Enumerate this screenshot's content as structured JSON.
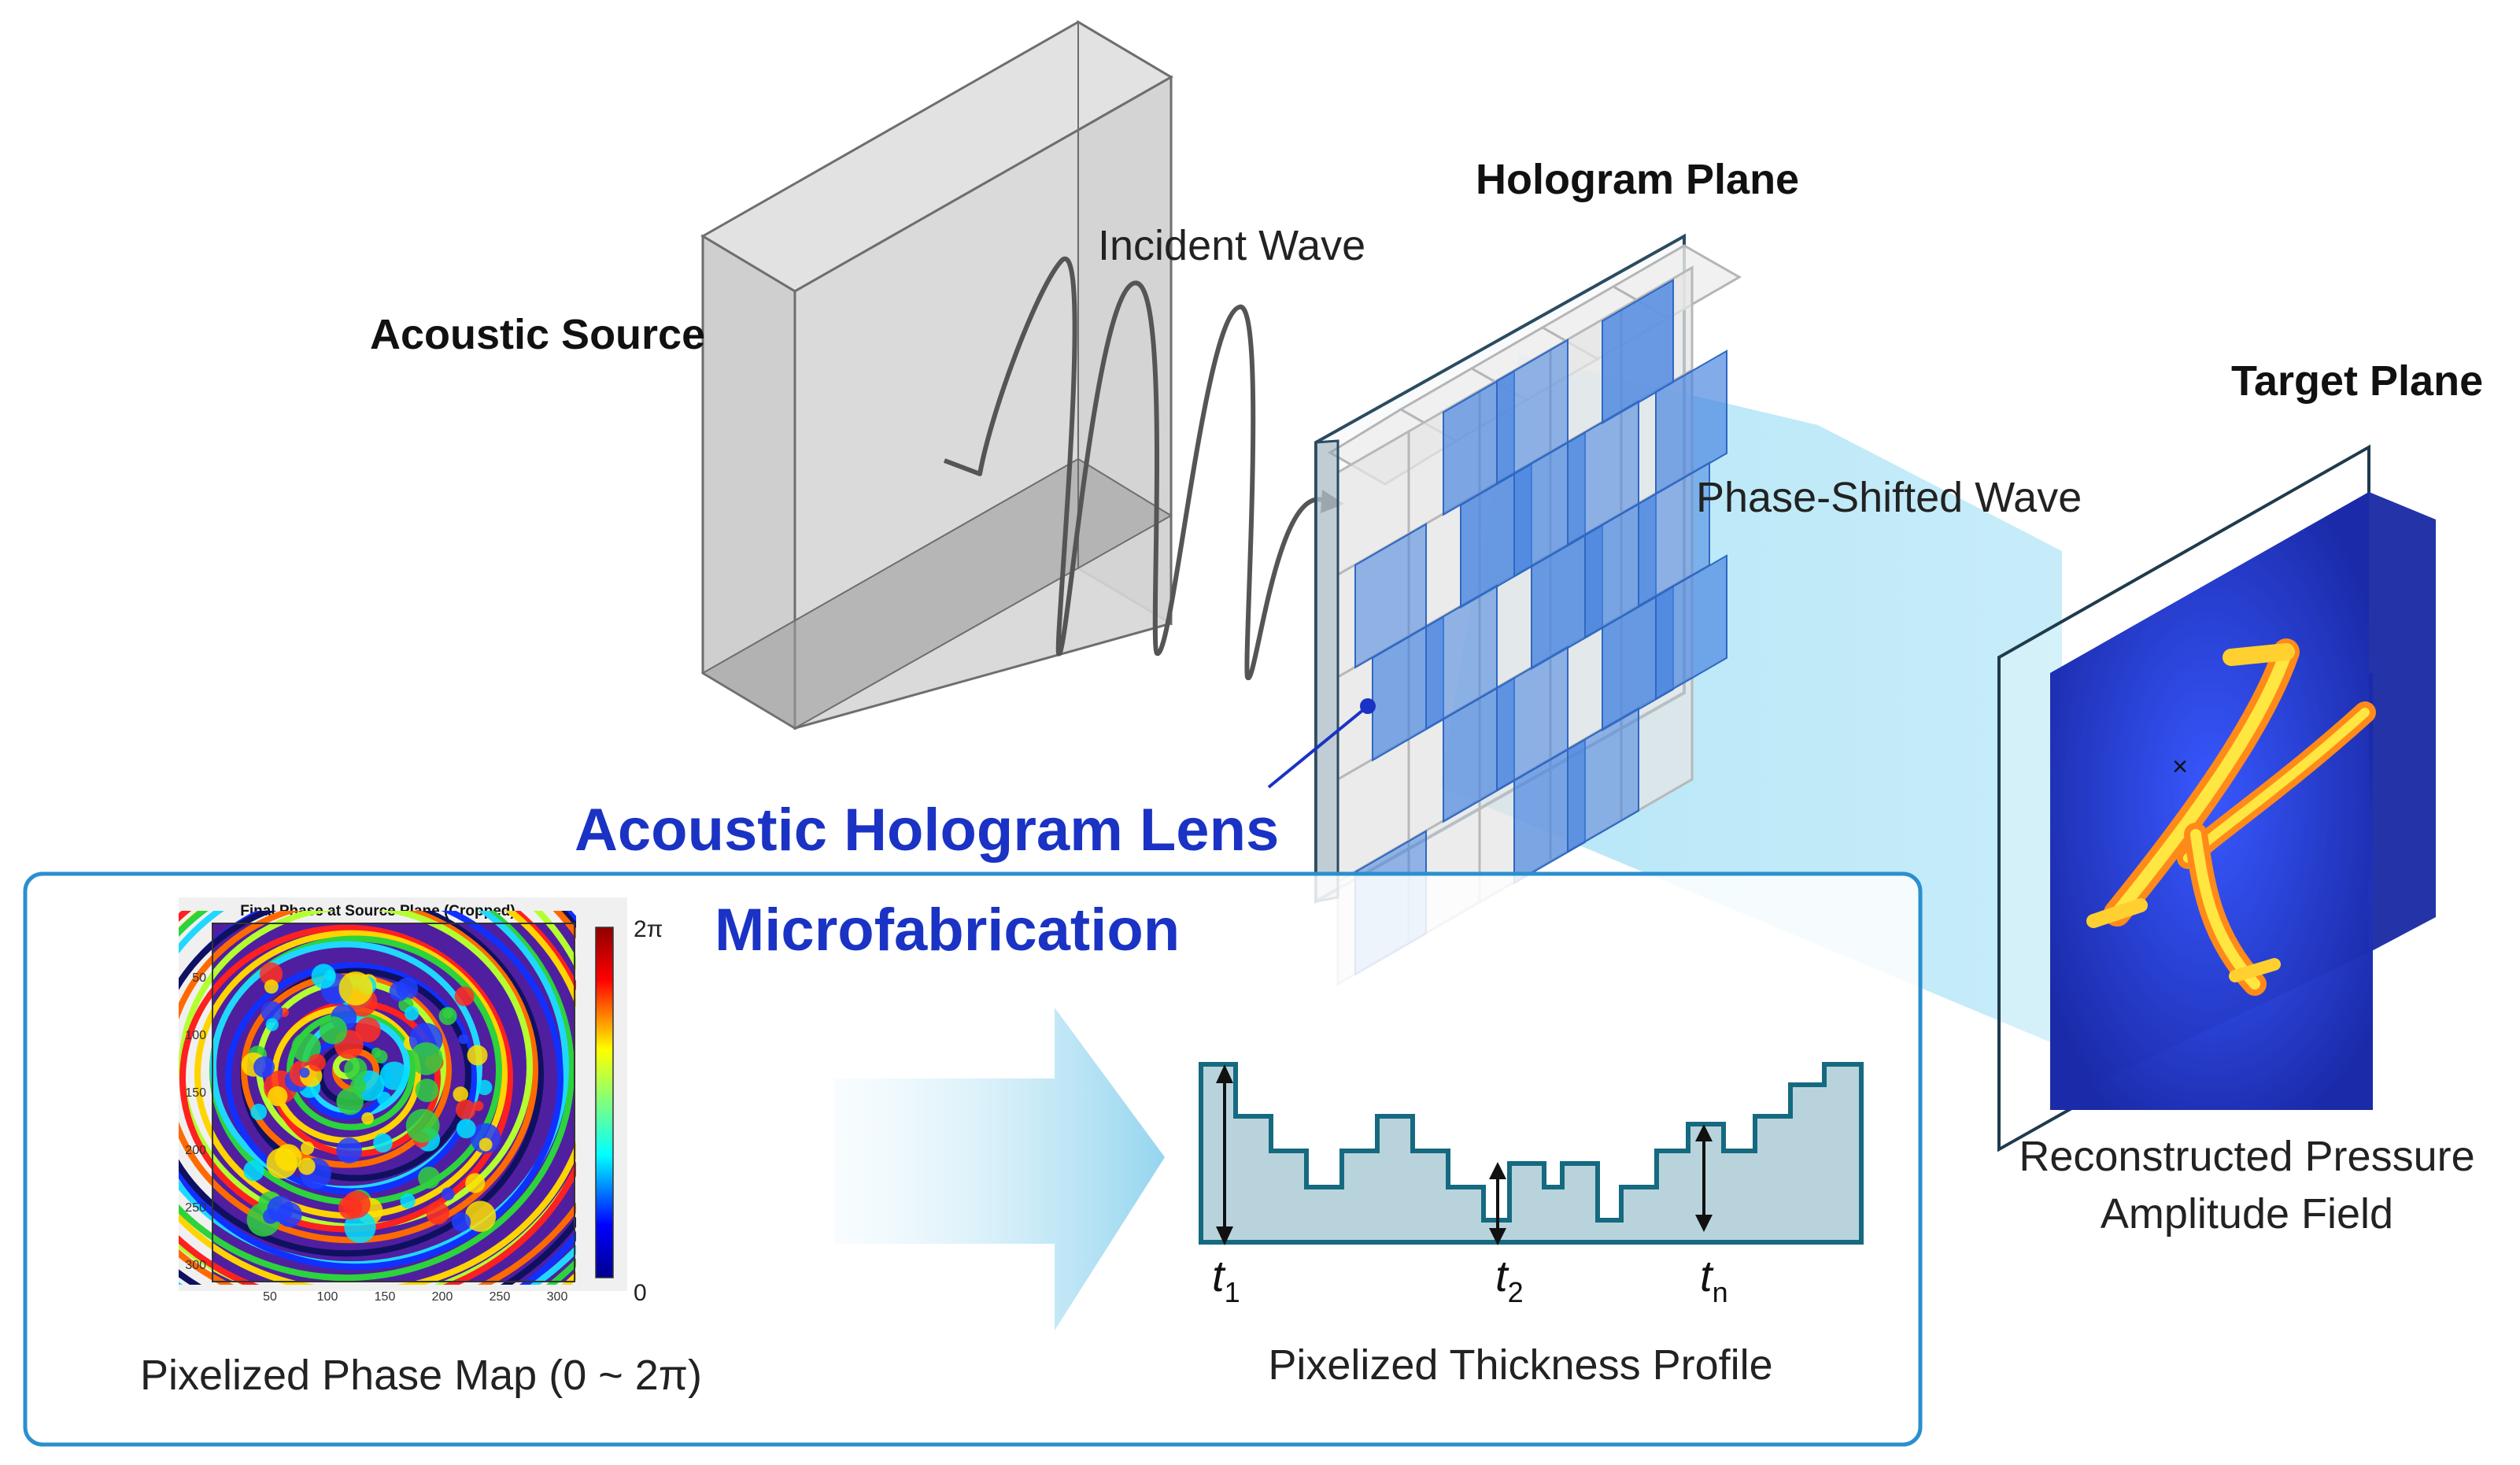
{
  "labels": {
    "acoustic_source": "Acoustic Source",
    "incident_wave": "Incident Wave",
    "hologram_plane": "Hologram Plane",
    "phase_shifted_wave": "Phase-Shifted Wave",
    "target_plane": "Target Plane",
    "reconstructed_line1": "Reconstructed Pressure",
    "reconstructed_line2": "Amplitude Field",
    "lens_title": "Acoustic Hologram Lens",
    "microfabrication": "Microfabrication",
    "phase_map_caption": "Pixelized Phase Map (0 ~ 2π)",
    "thickness_caption": "Pixelized Thickness Profile"
  },
  "phase_plot": {
    "title": "Final Phase at Source Plane (Cropped)",
    "y_ticks": [
      "50",
      "100",
      "150",
      "200",
      "250",
      "300"
    ],
    "x_ticks": [
      "50",
      "100",
      "150",
      "200",
      "250",
      "300"
    ],
    "colorbar_max": "2π",
    "colorbar_min": "0"
  },
  "thickness_profile": {
    "t1": "t",
    "t1_sub": "1",
    "t2": "t",
    "t2_sub": "2",
    "tn": "t",
    "tn_sub": "n"
  },
  "target_marker": "×",
  "colors": {
    "lens_title": "#1a33c4",
    "panel_border": "#2a8fd0",
    "beam": "#a9e2f6",
    "hologram_block": "#4a86e0",
    "target_block": "#2a3fc8"
  }
}
